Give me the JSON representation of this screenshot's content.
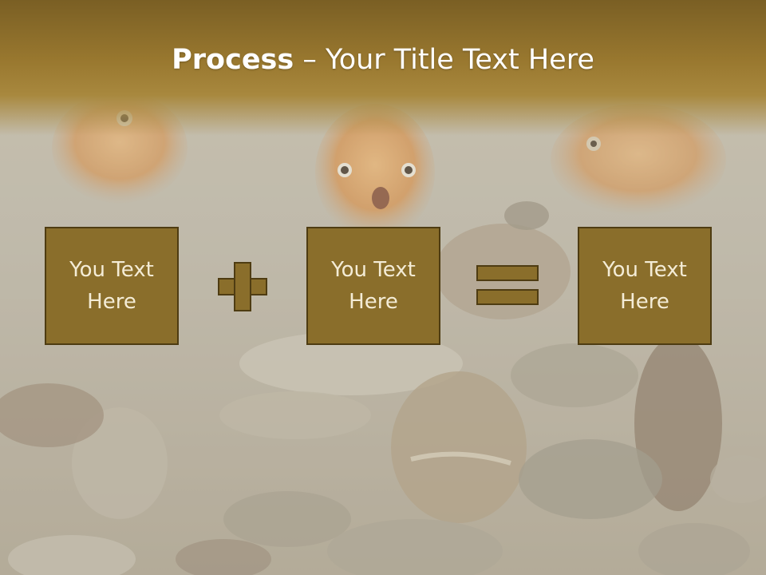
{
  "slide": {
    "title_bold": "Process",
    "title_rest": " – Your Title Text Here",
    "boxes": [
      {
        "label": "You Text\nHere"
      },
      {
        "label": "You Text\nHere"
      },
      {
        "label": "You Text\nHere"
      }
    ],
    "operators": [
      "plus-icon",
      "equals-icon"
    ]
  },
  "colors": {
    "header": "#99782f",
    "box_fill": "#8a6e2b",
    "box_border": "#4e3c12",
    "box_text": "#f4ecd6",
    "title_text": "#ffffff"
  }
}
